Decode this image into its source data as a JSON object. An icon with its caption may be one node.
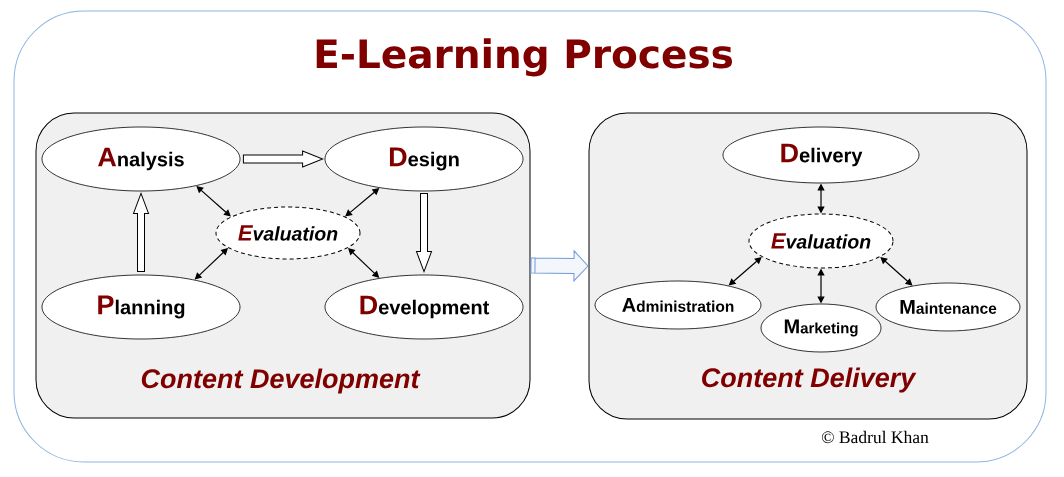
{
  "diagram": {
    "title": "E-Learning Process",
    "nodes": [
      {
        "text": [
          "Content Development"
        ]
      },
      {
        "text": [
          "Analysis"
        ],
        "in": 0
      },
      {
        "text": [
          "Design"
        ],
        "in": 0
      },
      {
        "text": [
          "Evaluation"
        ],
        "in": 0
      },
      {
        "text": [
          "Planning"
        ],
        "in": 0
      },
      {
        "text": [
          "Development"
        ],
        "in": 0
      },
      {
        "text": [
          "Content Delivery"
        ]
      },
      {
        "text": [
          "Delivery"
        ],
        "in": 6
      },
      {
        "text": [
          "Evaluation"
        ],
        "in": 6
      },
      {
        "text": [
          "Administration"
        ],
        "in": 6
      },
      {
        "text": [
          "Marketing"
        ],
        "in": 6
      },
      {
        "text": [
          "Maintenance"
        ],
        "in": 6
      }
    ],
    "edges": [
      {
        "from": 1,
        "to": 2,
        "arrow": "to",
        "style": "thick"
      },
      {
        "from": 2,
        "to": 5,
        "arrow": "to",
        "style": "thick"
      },
      {
        "from": 4,
        "to": 1,
        "arrow": "to",
        "style": "thick"
      },
      {
        "from": 3,
        "to": 1,
        "arrow": "both"
      },
      {
        "from": 3,
        "to": 2,
        "arrow": "both"
      },
      {
        "from": 3,
        "to": 4,
        "arrow": "both"
      },
      {
        "from": 3,
        "to": 5,
        "arrow": "both"
      },
      {
        "from": 0,
        "to": 6,
        "arrow": "to",
        "style": "thick",
        "color": "#6f9ad6"
      },
      {
        "from": 8,
        "to": 7,
        "arrow": "both"
      },
      {
        "from": 8,
        "to": 9,
        "arrow": "both"
      },
      {
        "from": 8,
        "to": 10,
        "arrow": "both"
      },
      {
        "from": 8,
        "to": 11,
        "arrow": "both"
      }
    ],
    "labels": [
      "© Badrul Khan"
    ]
  }
}
